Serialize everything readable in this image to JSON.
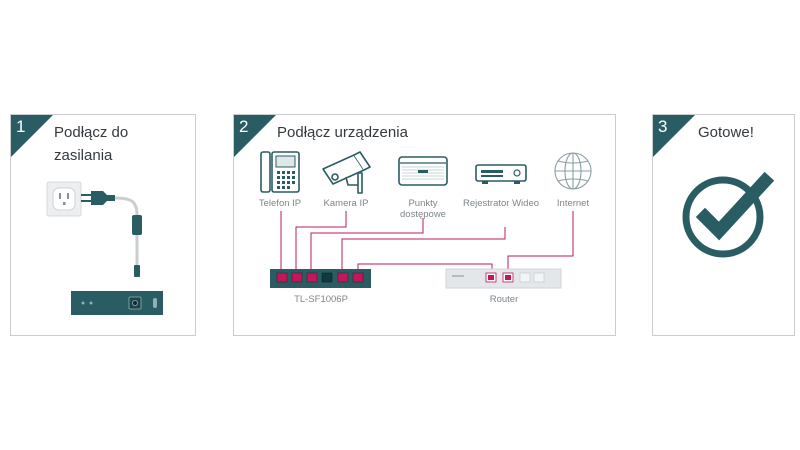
{
  "steps": [
    {
      "number": "1",
      "title_line1": "Podłącz do",
      "title_line2": "zasilania"
    },
    {
      "number": "2",
      "title": "Podłącz urządzenia"
    },
    {
      "number": "3",
      "title": "Gotowe!"
    }
  ],
  "devices": {
    "phone": "Telefon IP",
    "camera": "Kamera IP",
    "access_point_line1": "Punkty",
    "access_point_line2": "dostępowe",
    "nvr": "Rejestrator Wideo",
    "internet": "Internet"
  },
  "switch_label": "TL-SF1006P",
  "router_label": "Router",
  "colors": {
    "accent_teal": "#2a5d63",
    "cable_pink": "#c2185b",
    "border_gray": "#c9cdd0"
  }
}
